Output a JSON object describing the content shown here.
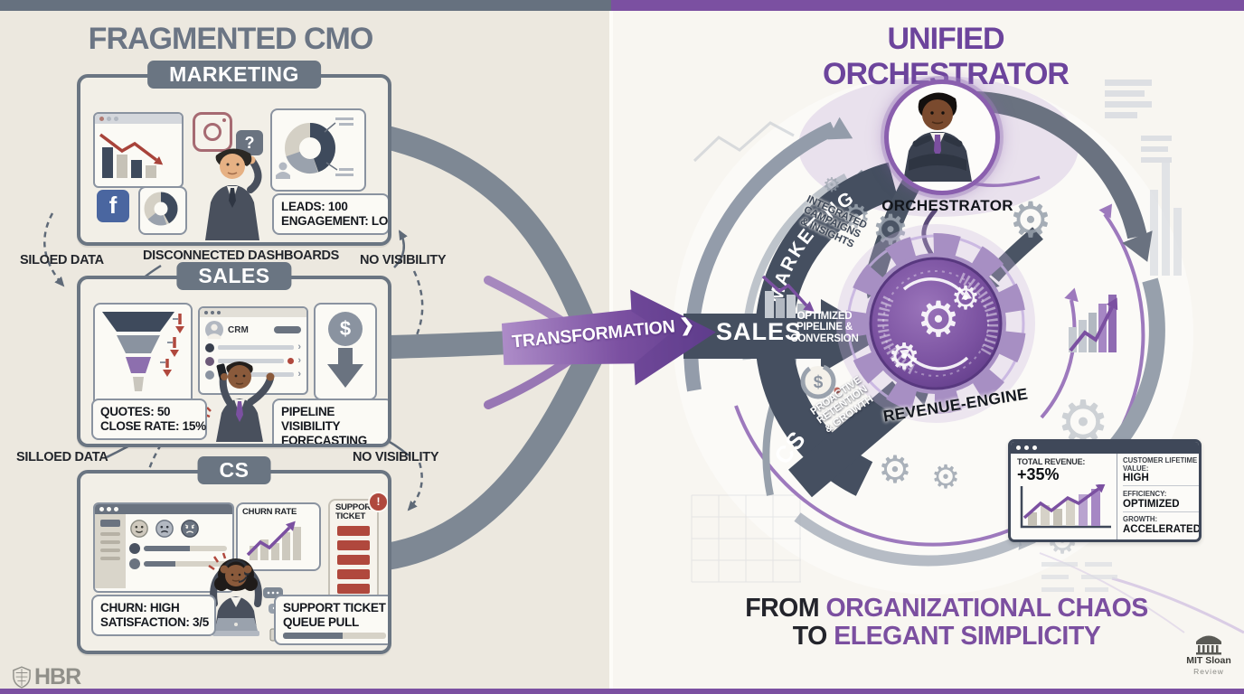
{
  "left": {
    "title": "FRAGMENTED CMO",
    "siloed_data_1": "SILOED DATA",
    "disconnected_dashboards": "DISCONNECTED DASHBOARDS",
    "no_visibility_1": "NO VISIBILITY",
    "siloed_data_2": "SILLOED DATA",
    "no_visibility_2": "NO VISIBILITY",
    "marketing": {
      "tab": "MARKETING",
      "fb_glyph": "f",
      "question": "?",
      "callout_line1": "LEADS: 100",
      "callout_line2": "ENGAGEMENT: LOW"
    },
    "sales": {
      "tab": "SALES",
      "crm_title": "CRM",
      "dollar": "$",
      "callout1_line1": "QUOTES: 50",
      "callout1_line2": "CLOSE RATE: 15%",
      "callout2_line1": "PIPELINE VISIBILITY",
      "callout2_line2": "FORECASTING"
    },
    "cs": {
      "tab": "CS",
      "churn_chart_title": "CHURN RATE",
      "support_panel_line1": "SUPPORT",
      "support_panel_line2": "TICKET",
      "alert": "!",
      "callout1_line1": "CHURN: HIGH",
      "callout1_line2": "SATISFACTION: 3/5",
      "callout2_line1": "SUPPORT TICKET",
      "callout2_line2": "QUEUE PULL"
    },
    "logo": "HBR"
  },
  "transformation": {
    "label": "TRANSFORMATION",
    "chevron": "❯"
  },
  "right": {
    "title": "UNIFIED ORCHESTRATOR",
    "orchestrator_label": "ORCHESTRATOR",
    "marketing_label": "MARKETING",
    "integrated_line1": "INTEGRATED",
    "integrated_line2": "CAMPAIGNS",
    "integrated_line3": "& INSIGHTS",
    "sales_label": "SALES",
    "optimized_line1": "OPTIMIZED",
    "optimized_line2": "PIPELINE &",
    "optimized_line3": "CONVERSION",
    "cs_label": "CS",
    "proactive_line1": "PROACTIVE",
    "proactive_line2": "RETENTION",
    "proactive_line3": "& GROWTH",
    "engine_label": "REVENUE-ENGINE",
    "dollar": "$",
    "gear": "⚙",
    "dashboard": {
      "revenue_label": "TOTAL REVENUE:",
      "revenue_value": "+35%",
      "metrics": [
        {
          "label": "CUSTOMER LIFETIME VALUE:",
          "value": "HIGH"
        },
        {
          "label": "EFFICIENCY:",
          "value": "OPTIMIZED"
        },
        {
          "label": "GROWTH:",
          "value": "ACCELERATED"
        }
      ]
    },
    "tagline_from": "FROM",
    "tagline_chaos": "ORGANIZATIONAL CHAOS",
    "tagline_to": "TO",
    "tagline_simplicity": "ELEGANT SIMPLICITY",
    "logo_line1": "MIT Sloan",
    "logo_line2": "Review"
  },
  "colors": {
    "slate": "#6a7582",
    "dark_slate": "#454f60",
    "purple": "#7b50a1",
    "deep_purple": "#5e3a86",
    "red": "#b0483d",
    "left_bg": "#ece8df",
    "right_bg": "#f8f6f1"
  }
}
